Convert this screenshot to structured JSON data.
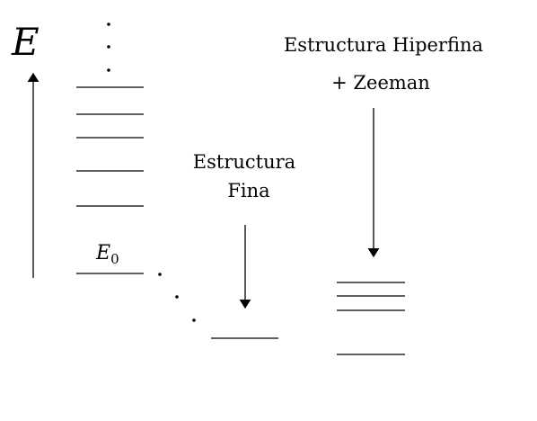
{
  "axis_label": "E",
  "ground_level": {
    "symbol": "E",
    "subscript": "0"
  },
  "fine_structure": {
    "line1": "Estructura",
    "line2": "Fina"
  },
  "hyperfine": {
    "line1": "Estructura Hiperfina",
    "line2": "+ Zeeman"
  }
}
